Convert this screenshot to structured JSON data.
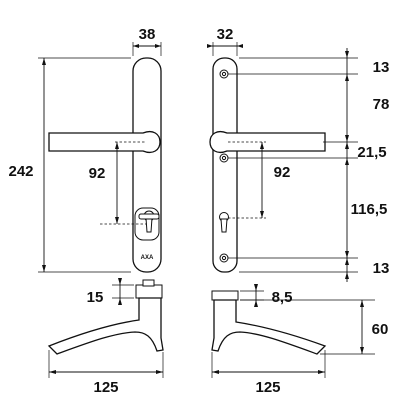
{
  "product": {
    "brand": "AXA"
  },
  "dimensions": {
    "front_plate_width": "38",
    "back_plate_width": "32",
    "plate_height": "242",
    "front_lever_to_cylinder": "92",
    "back_lever_to_cylinder": "92",
    "top_hole_offset": "13",
    "hole_to_lever_axis": "78",
    "lever_axis_to_second_hole": "21,5",
    "second_hole_to_lower_hole": "116,5",
    "bottom_hole_offset": "13",
    "front_rose_height": "15",
    "back_rose_height": "8,5",
    "front_lever_length": "125",
    "back_lever_length": "125",
    "lever_depth": "60"
  }
}
